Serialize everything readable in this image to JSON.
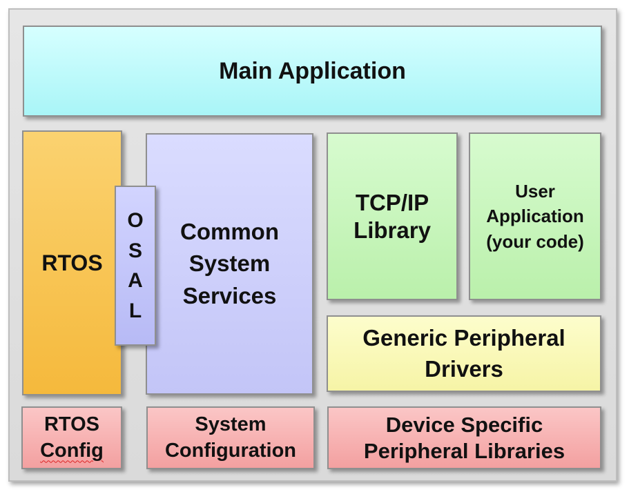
{
  "blocks": {
    "main_application": {
      "label": "Main Application",
      "color": "#bdf8fa"
    },
    "rtos": {
      "label": "RTOS",
      "color": "#f7c24f"
    },
    "osal": {
      "letters": [
        "O",
        "S",
        "A",
        "L"
      ],
      "color": "#c4c6f7"
    },
    "common_system_services": {
      "lines": [
        "Common",
        "System",
        "Services"
      ],
      "color": "#cdd0fb"
    },
    "tcpip_library": {
      "lines": [
        "TCP/IP",
        "Library"
      ],
      "color": "#c6f5ba"
    },
    "user_application": {
      "lines": [
        "User",
        "Application",
        "(your code)"
      ],
      "color": "#c6f5ba"
    },
    "generic_peripheral_drivers": {
      "lines": [
        "Generic Peripheral",
        "Drivers"
      ],
      "color": "#f9f8b6"
    },
    "rtos_config": {
      "lines": [
        "RTOS",
        "Config"
      ],
      "color": "#f7b0b0"
    },
    "system_configuration": {
      "lines": [
        "System",
        "Configuration"
      ],
      "color": "#f7b0b0"
    },
    "device_specific_peripheral_libraries": {
      "lines": [
        "Device Specific",
        "Peripheral Libraries"
      ],
      "color": "#f7b0b0"
    }
  }
}
